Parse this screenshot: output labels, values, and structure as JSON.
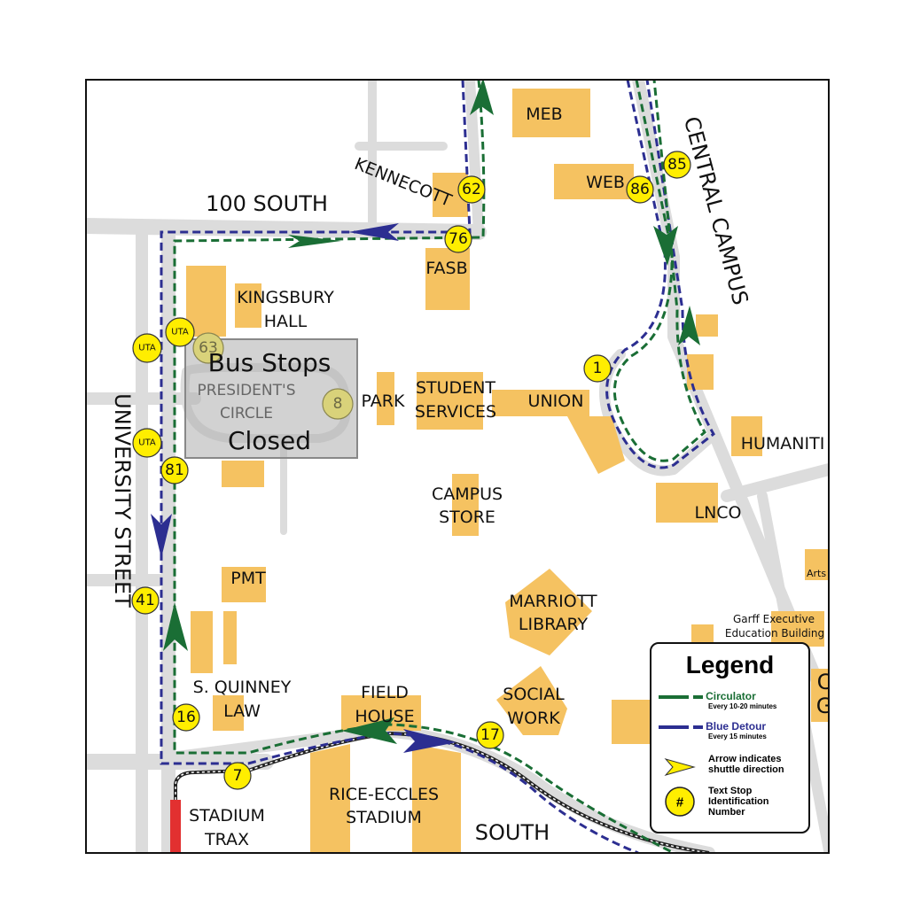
{
  "map": {
    "streets": {
      "hundred_south": "100 SOUTH",
      "university_street": "UNIVERSITY STREET",
      "central_campus": "CENTRAL CAMPUS",
      "south": "SOUTH"
    },
    "buildings": {
      "meb": "MEB",
      "web": "WEB",
      "kennecott": "KENNECOTT",
      "fasb": "FASB",
      "kingsbury_1": "KINGSBURY",
      "kingsbury_2": "HALL",
      "park": "PARK",
      "student_services_1": "STUDENT",
      "student_services_2": "SERVICES",
      "union": "UNION",
      "humanities": "HUMANITI",
      "lnco": "LNCO",
      "campus_store_1": "CAMPUS",
      "campus_store_2": "STORE",
      "pmt": "PMT",
      "marriott_1": "MARRIOTT",
      "marriott_2": "LIBRARY",
      "quinney_1": "S. QUINNEY",
      "quinney_2": "LAW",
      "field_house_1": "FIELD",
      "field_house_2": "HOUSE",
      "social_work_1": "SOCIAL",
      "social_work_2": "WORK",
      "rice_eccles_1": "RICE-ECCLES",
      "rice_eccles_2": "STADIUM",
      "trax_1": "STADIUM",
      "trax_2": "TRAX",
      "arts": "Arts",
      "garff_1": "Garff Executive",
      "garff_2": "Education Building",
      "edge_c": "C",
      "edge_g": "G"
    },
    "closure": {
      "line1": "Bus Stops",
      "circle_1": "PRESIDENT'S",
      "circle_2": "CIRCLE",
      "line2": "Closed"
    },
    "stops": {
      "s62": "62",
      "s76": "76",
      "s85": "85",
      "s86": "86",
      "s1": "1",
      "uta_a": "UTA",
      "uta_b": "UTA",
      "uta_c": "UTA",
      "s63": "63",
      "s8": "8",
      "s81": "81",
      "s41": "41",
      "s16": "16",
      "s7": "7",
      "s17": "17"
    },
    "colors": {
      "circulator": "#1a6e35",
      "blue_detour": "#2c2e91",
      "stop": "#ffee00",
      "building": "#f5c261"
    }
  },
  "legend": {
    "title": "Legend",
    "circulator": "Circulator",
    "circulator_freq": "Every 10-20 minutes",
    "blue": "Blue Detour",
    "blue_freq": "Every 15 minutes",
    "arrow_1": "Arrow indicates",
    "arrow_2": "shuttle direction",
    "stop_symbol": "#",
    "stop_1": "Text Stop",
    "stop_2": "Identification",
    "stop_3": "Number"
  }
}
